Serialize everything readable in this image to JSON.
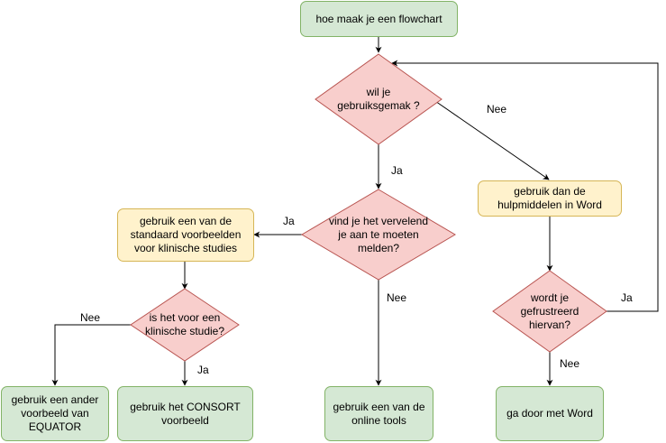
{
  "nodes": {
    "start": "hoe maak je een flowchart",
    "q_gebruiksgemak": "wil je\ngebruiksgemak ?",
    "word_hulp": "gebruik dan de\nhulpmiddelen in  Word",
    "q_vervelend": "vind je het vervelend\nje aan te moeten\nmelden?",
    "standaard": "gebruik een van de\nstandaard voorbeelden\nvoor klinische studies",
    "q_gefrustreerd": "wordt je\ngefrustreerd\nhiervan?",
    "q_klinisch": "is het voor een\nklinische studie?",
    "equator": "gebruik een ander\nvoorbeeld van\nEQUATOR",
    "consort": "gebruik het  CONSORT\nvoorbeeld",
    "online": "gebruik een van de\nonline tools",
    "doorword": "ga door met Word"
  },
  "edge_labels": {
    "nee_1": "Nee",
    "ja_1": "Ja",
    "ja_2": "Ja",
    "nee_2": "Nee",
    "ja_3": "Ja",
    "nee_3": "Nee",
    "nee_4": "Nee",
    "ja_4": "Ja"
  },
  "colors": {
    "green_fill": "#d5e8d4",
    "green_stroke": "#82b366",
    "red_fill": "#f8cecc",
    "red_stroke": "#b85450",
    "yellow_fill": "#fff2cc",
    "yellow_stroke": "#d6b656"
  }
}
